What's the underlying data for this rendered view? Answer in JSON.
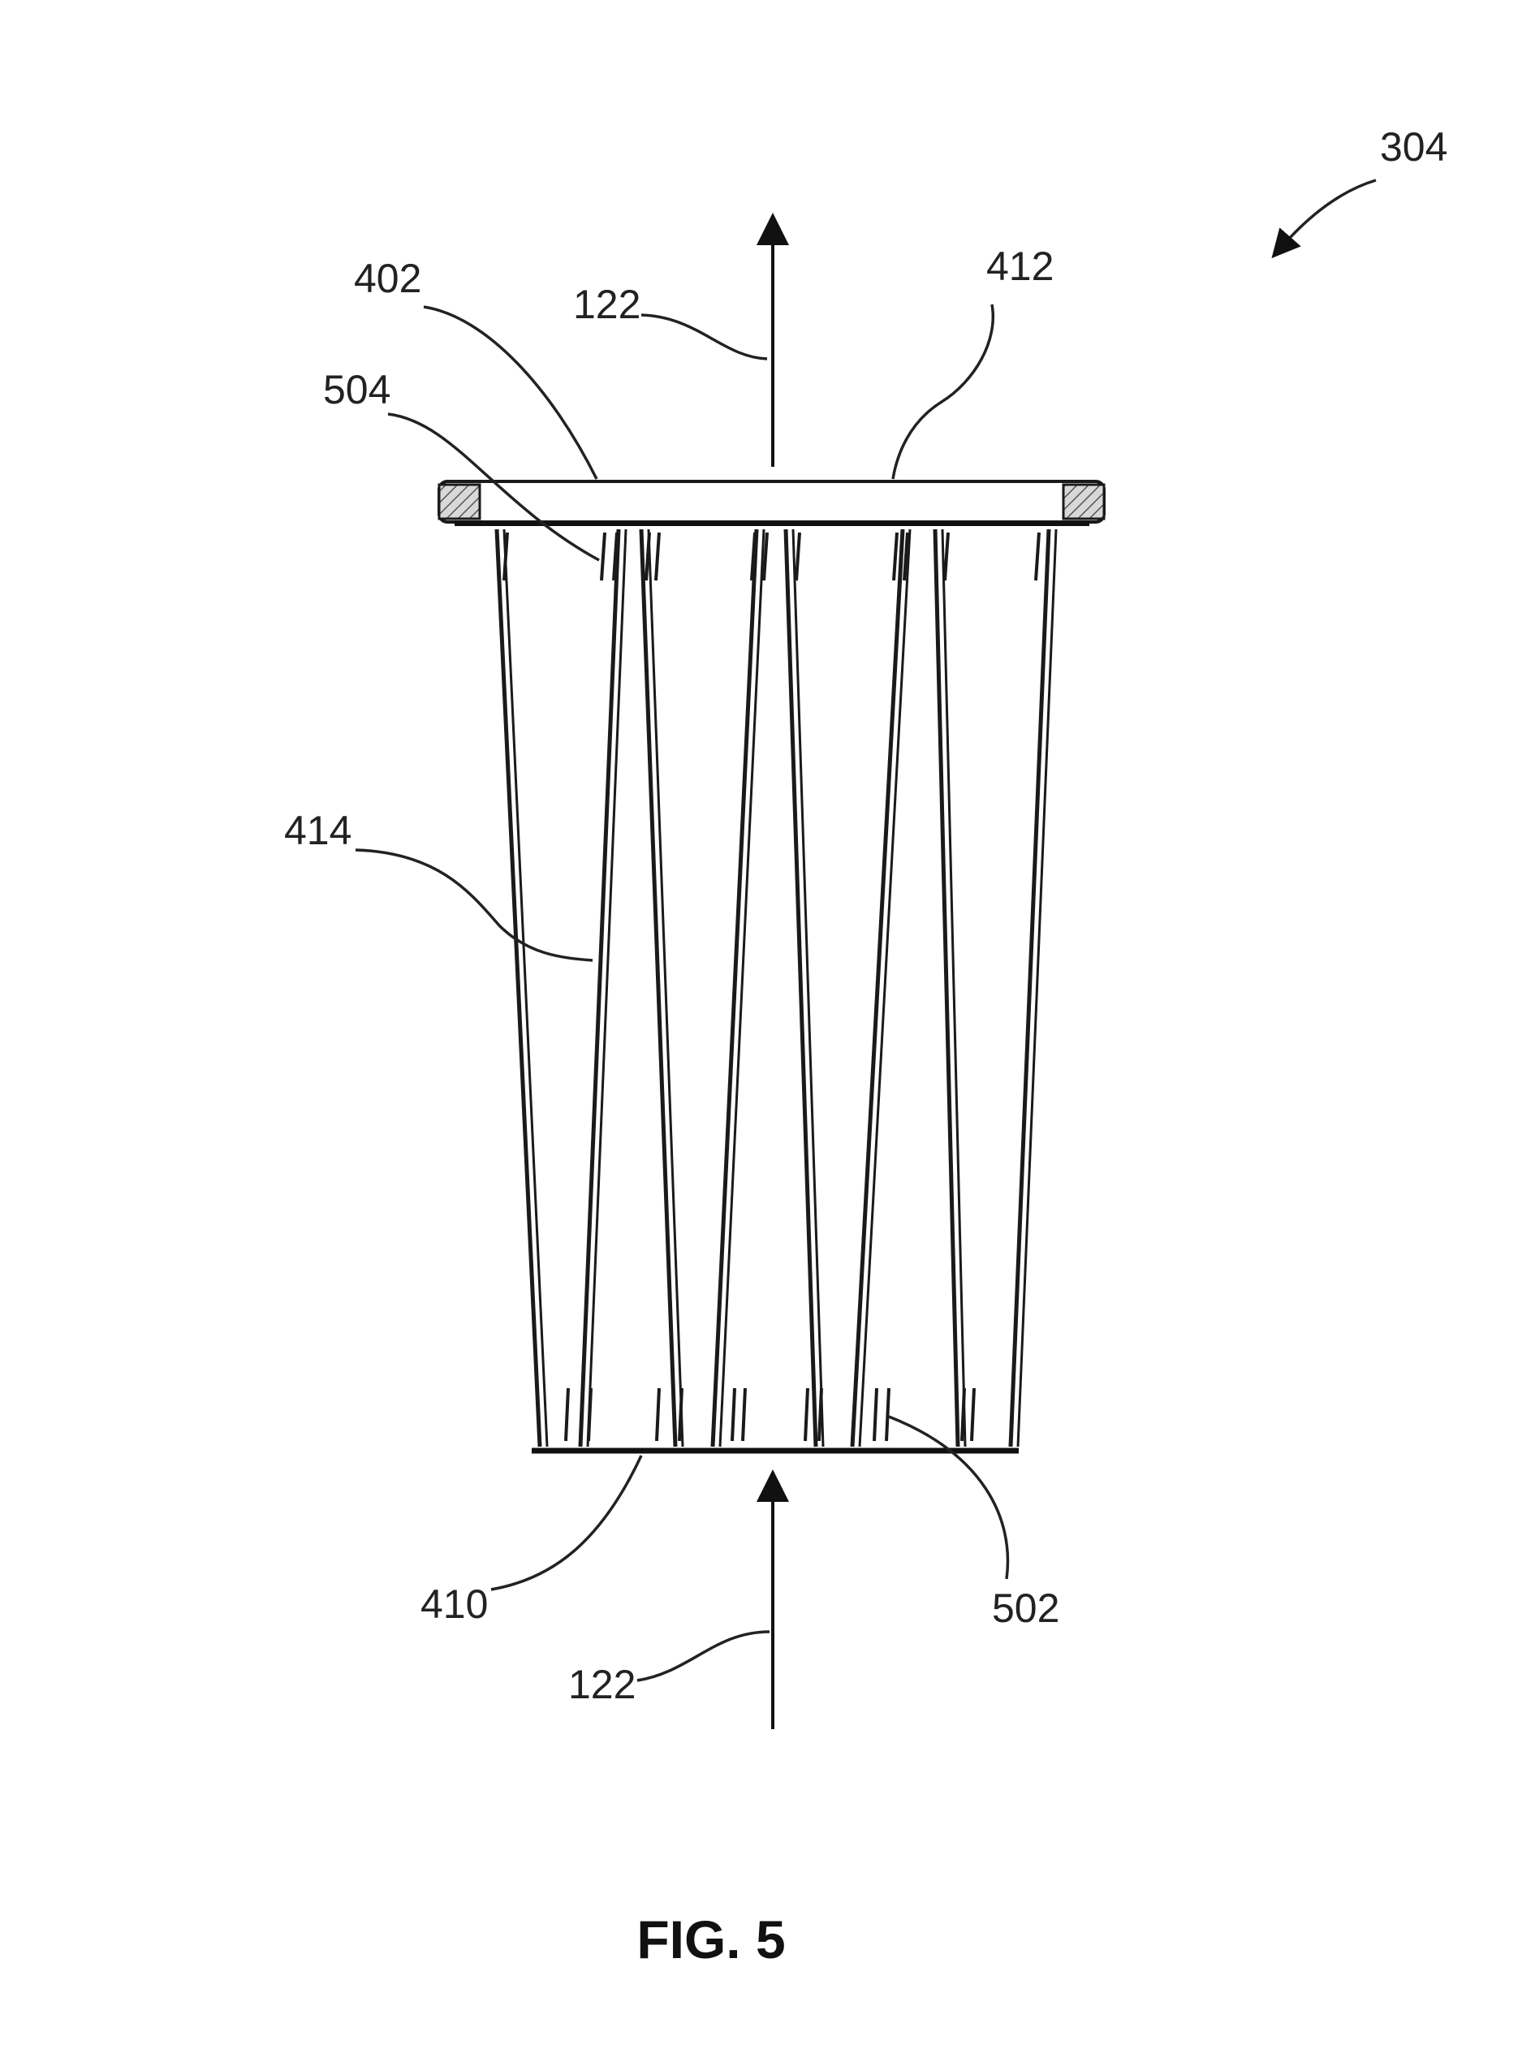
{
  "labels": {
    "assembly": "304",
    "rim": "402",
    "flow_top": "122",
    "top_surface": "412",
    "upper_tabs": "504",
    "pleats": "414",
    "bottom": "410",
    "lower_tabs": "502",
    "flow_bottom": "122"
  },
  "caption": "FIG. 5"
}
